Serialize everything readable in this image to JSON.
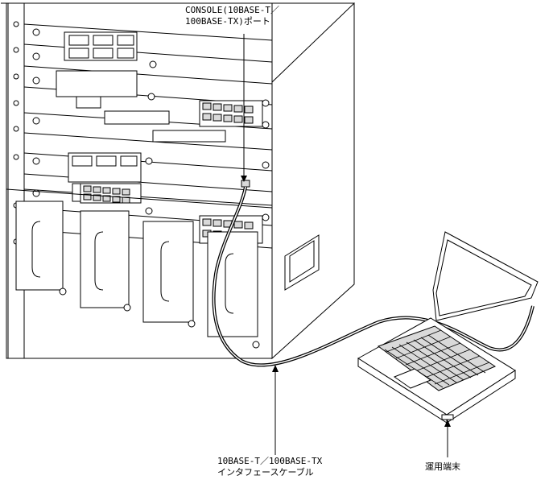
{
  "callouts": {
    "console_port": {
      "line1": "CONSOLE(10BASE-T／",
      "line2": "100BASE-TX)ポート"
    },
    "interface_cable": {
      "line1": "10BASE-T／100BASE-TX",
      "line2": "インタフェースケーブル"
    },
    "terminal": {
      "line1": "運用端末"
    }
  }
}
